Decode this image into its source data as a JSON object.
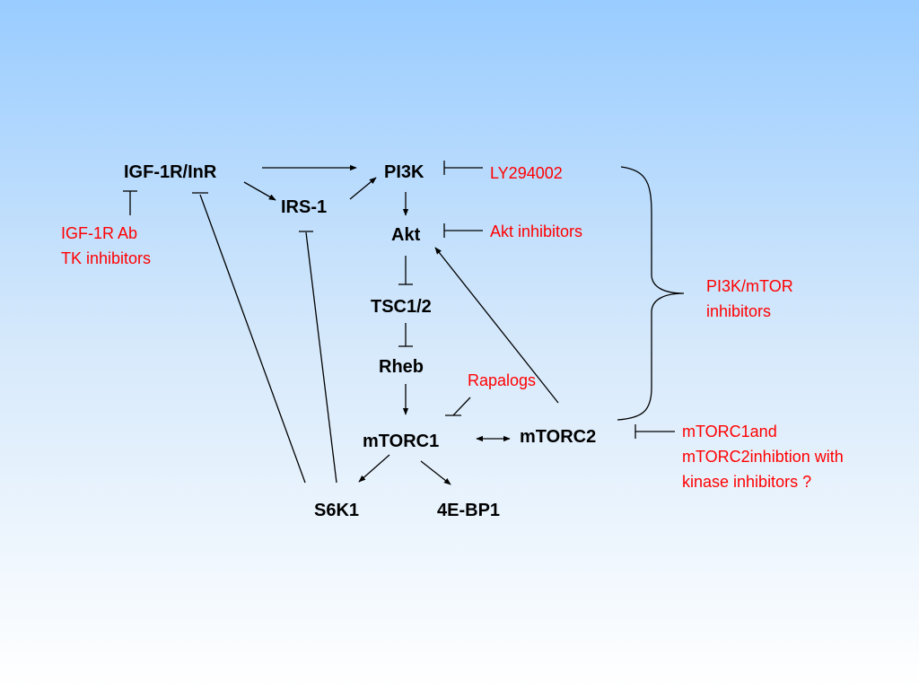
{
  "nodes": {
    "igf1r": "IGF-1R/InR",
    "irs1": "IRS-1",
    "pi3k": "PI3K",
    "akt": "Akt",
    "tsc": "TSC1/2",
    "rheb": "Rheb",
    "mtorc1": "mTORC1",
    "mtorc2": "mTORC2",
    "s6k1": "S6K1",
    "ebp1": "4E-BP1"
  },
  "inhibitors": {
    "ly294002": "LY294002",
    "akt_inhibitors": "Akt inhibitors",
    "igf1r_ab_line1": "IGF-1R Ab",
    "igf1r_ab_line2": "TK inhibitors",
    "rapalogs": "Rapalogs",
    "pi3k_mtor_line1": "PI3K/mTOR",
    "pi3k_mtor_line2": "inhibitors",
    "dual_line1": "mTORC1and",
    "dual_line2": "mTORC2inhibtion with",
    "dual_line3": "kinase inhibitors ?"
  },
  "colors": {
    "node_text": "#000000",
    "inhibitor_text": "#ff0000",
    "background_top": "#99ccff",
    "background_bottom": "#ffffff"
  }
}
